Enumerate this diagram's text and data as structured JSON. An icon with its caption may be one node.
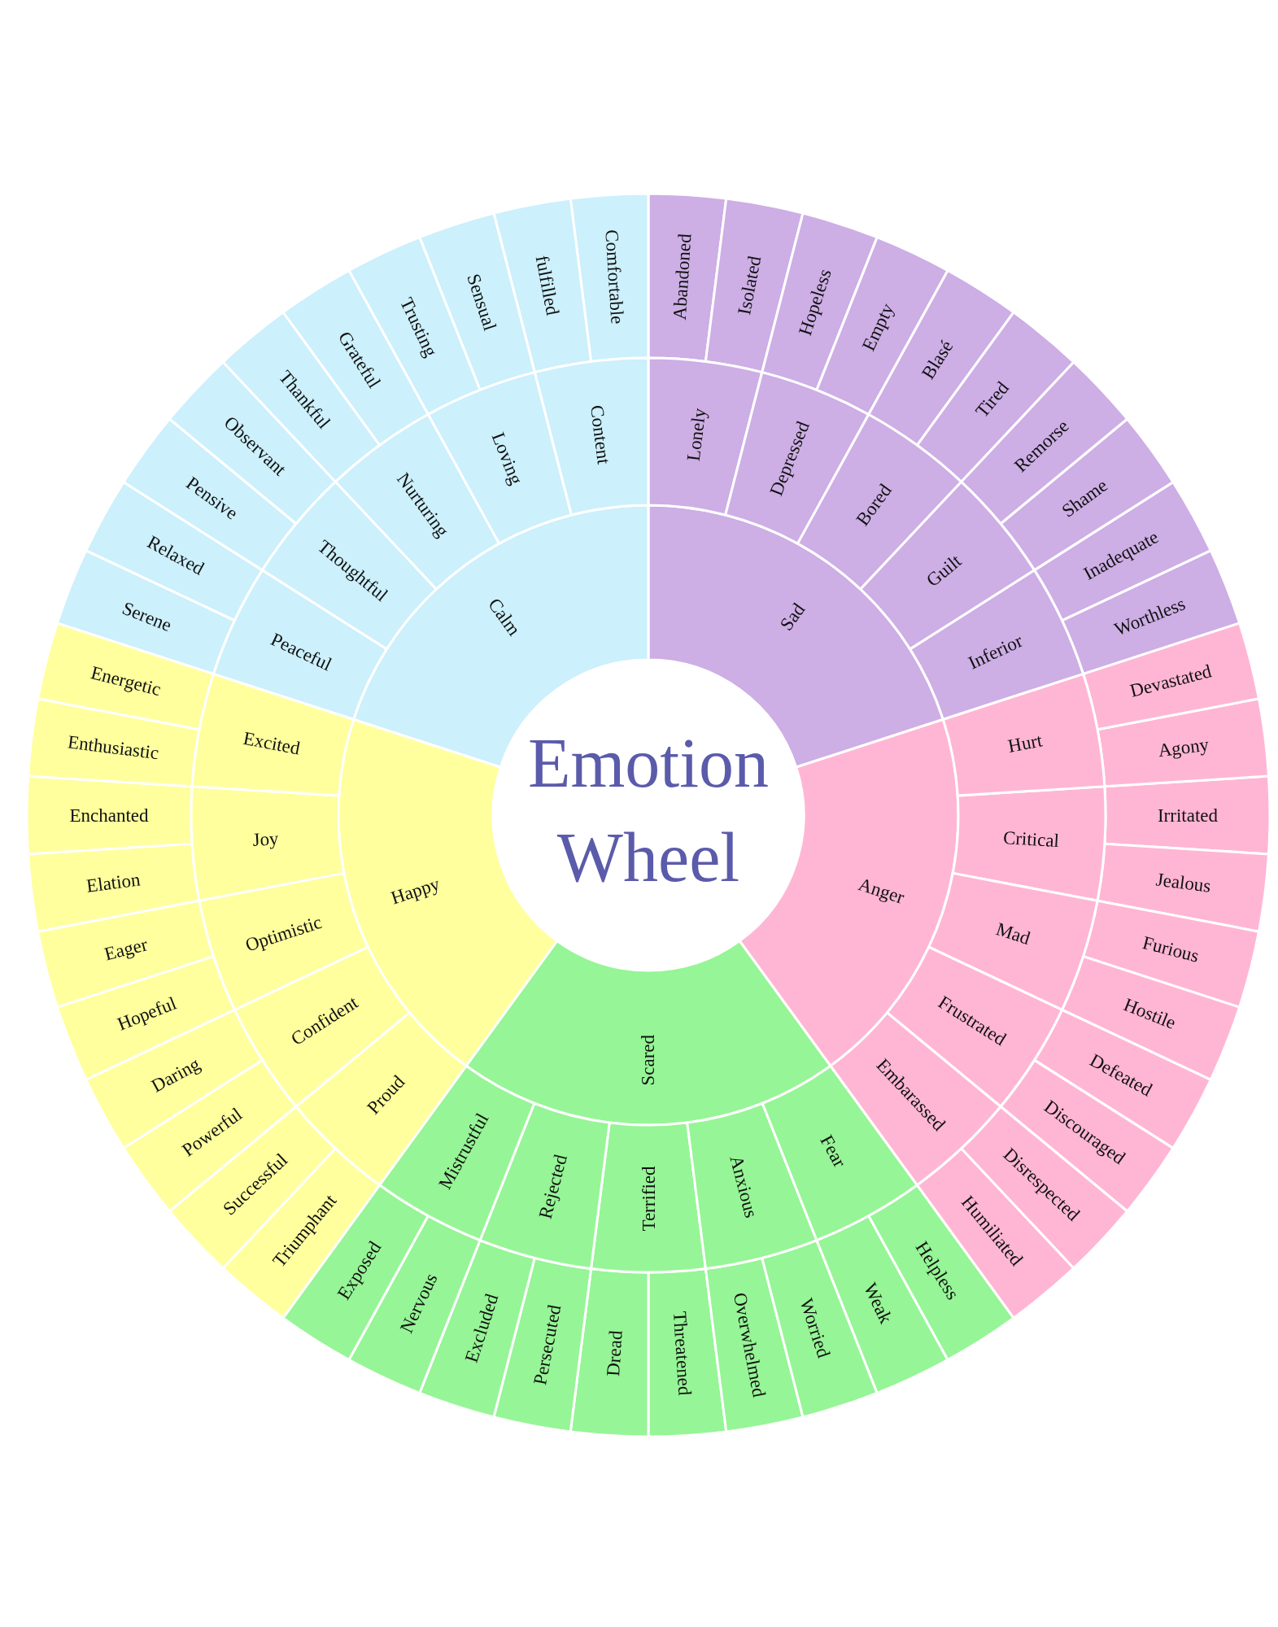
{
  "diagram": {
    "title": "Emotion Wheel",
    "nodes": [
      {
        "text": [
          "Sad"
        ]
      },
      {
        "text": [
          "Anger"
        ]
      },
      {
        "text": [
          "Scared"
        ]
      },
      {
        "text": [
          "Happy"
        ]
      },
      {
        "text": [
          "Calm"
        ]
      },
      {
        "text": [
          "Lonely"
        ]
      },
      {
        "text": [
          "Depressed"
        ]
      },
      {
        "text": [
          "Bored"
        ]
      },
      {
        "text": [
          "Guilt"
        ]
      },
      {
        "text": [
          "Inferior"
        ]
      },
      {
        "text": [
          "Hurt"
        ]
      },
      {
        "text": [
          "Critical"
        ]
      },
      {
        "text": [
          "Mad"
        ]
      },
      {
        "text": [
          "Frustrated"
        ]
      },
      {
        "text": [
          "Embarassed"
        ]
      },
      {
        "text": [
          "Fear"
        ]
      },
      {
        "text": [
          "Anxious"
        ]
      },
      {
        "text": [
          "Terrified"
        ]
      },
      {
        "text": [
          "Rejected"
        ]
      },
      {
        "text": [
          "Mistrustful"
        ]
      },
      {
        "text": [
          "Proud"
        ]
      },
      {
        "text": [
          "Confident"
        ]
      },
      {
        "text": [
          "Optimistic"
        ]
      },
      {
        "text": [
          "Joy"
        ]
      },
      {
        "text": [
          "Excited"
        ]
      },
      {
        "text": [
          "Peaceful"
        ]
      },
      {
        "text": [
          "Thoughtful"
        ]
      },
      {
        "text": [
          "Nurturing"
        ]
      },
      {
        "text": [
          "Loving"
        ]
      },
      {
        "text": [
          "Content"
        ]
      },
      {
        "text": [
          "Abandoned"
        ]
      },
      {
        "text": [
          "Isolated"
        ]
      },
      {
        "text": [
          "Hopeless"
        ]
      },
      {
        "text": [
          "Empty"
        ]
      },
      {
        "text": [
          "Blasé"
        ]
      },
      {
        "text": [
          "Tired"
        ]
      },
      {
        "text": [
          "Remorse"
        ]
      },
      {
        "text": [
          "Shame"
        ]
      },
      {
        "text": [
          "Inadequate"
        ]
      },
      {
        "text": [
          "Worthless"
        ]
      },
      {
        "text": [
          "Devastated"
        ]
      },
      {
        "text": [
          "Agony"
        ]
      },
      {
        "text": [
          "Irritated"
        ]
      },
      {
        "text": [
          "Jealous"
        ]
      },
      {
        "text": [
          "Furious"
        ]
      },
      {
        "text": [
          "Hostile"
        ]
      },
      {
        "text": [
          "Defeated"
        ]
      },
      {
        "text": [
          "Discouraged"
        ]
      },
      {
        "text": [
          "Disrespected"
        ]
      },
      {
        "text": [
          "Humiliated"
        ]
      },
      {
        "text": [
          "Helpless"
        ]
      },
      {
        "text": [
          "Weak"
        ]
      },
      {
        "text": [
          "Worried"
        ]
      },
      {
        "text": [
          "Overwhelmed"
        ]
      },
      {
        "text": [
          "Threatened"
        ]
      },
      {
        "text": [
          "Dread"
        ]
      },
      {
        "text": [
          "Persecuted"
        ]
      },
      {
        "text": [
          "Excluded"
        ]
      },
      {
        "text": [
          "Nervous"
        ]
      },
      {
        "text": [
          "Exposed"
        ]
      },
      {
        "text": [
          "Triumphant"
        ]
      },
      {
        "text": [
          "Successful"
        ]
      },
      {
        "text": [
          "Powerful"
        ]
      },
      {
        "text": [
          "Daring"
        ]
      },
      {
        "text": [
          "Hopeful"
        ]
      },
      {
        "text": [
          "Eager"
        ]
      },
      {
        "text": [
          "Elation"
        ]
      },
      {
        "text": [
          "Enchanted"
        ]
      },
      {
        "text": [
          "Enthusiastic"
        ]
      },
      {
        "text": [
          "Energetic"
        ]
      },
      {
        "text": [
          "Serene"
        ]
      },
      {
        "text": [
          "Relaxed"
        ]
      },
      {
        "text": [
          "Pensive"
        ]
      },
      {
        "text": [
          "Observant"
        ]
      },
      {
        "text": [
          "Thankful"
        ]
      },
      {
        "text": [
          "Grateful"
        ]
      },
      {
        "text": [
          "Trusting"
        ]
      },
      {
        "text": [
          "Sensual"
        ]
      },
      {
        "text": [
          "fulfilled"
        ]
      },
      {
        "text": [
          "Comfortable"
        ]
      }
    ]
  }
}
